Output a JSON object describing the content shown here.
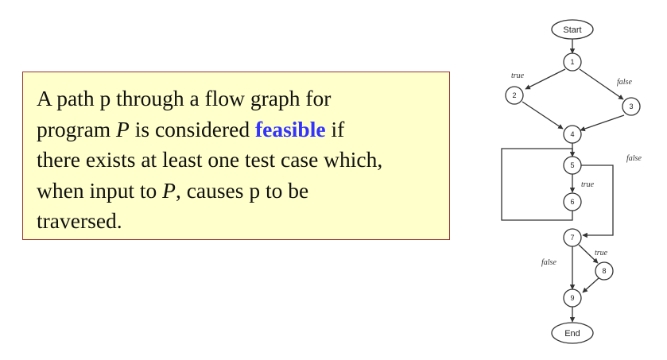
{
  "definition": {
    "line1": "A path p through a flow graph for",
    "line2_pre": "program ",
    "line2_var": "P",
    "line2_mid": " is considered ",
    "line2_keyword": "feasible",
    "line2_post": " if",
    "line3": "there exists at least one test case which,",
    "line4_pre": "when input to ",
    "line4_var": "P",
    "line4_post": ", causes p to be",
    "line5": "traversed."
  },
  "colors": {
    "box_background": "#ffffcc",
    "box_border": "#993333",
    "keyword": "#3333ff"
  },
  "flow_graph": {
    "start": "Start",
    "end": "End",
    "nodes": [
      "1",
      "2",
      "3",
      "4",
      "5",
      "6",
      "7",
      "8",
      "9"
    ],
    "edge_labels": {
      "n1_to_n2": "true",
      "n1_to_n3": "false",
      "n5_to_n7": "false",
      "n5_to_n6": "true",
      "n7_to_n9": "false",
      "n7_to_n8": "true"
    }
  }
}
